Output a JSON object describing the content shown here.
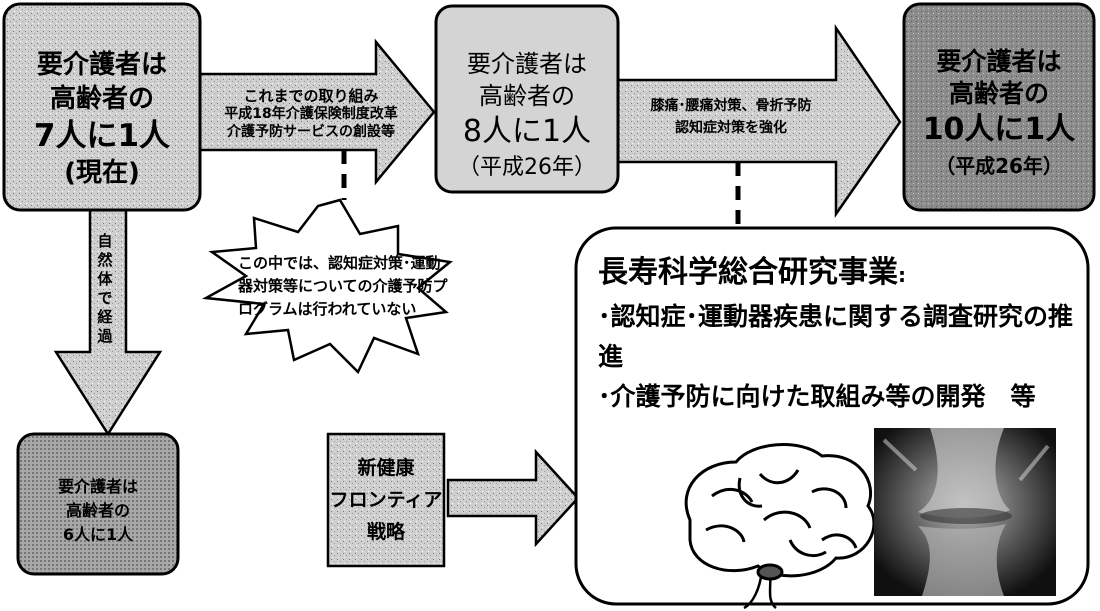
{
  "box_current": {
    "line1": "要介護者は",
    "line2": "高齢者の",
    "line3": "7人に1人",
    "line4": "(現在)"
  },
  "box_h26": {
    "line1": "要介護者は",
    "line2": "高齢者の",
    "line3": "8人に1人",
    "line4": "（平成26年）"
  },
  "box_target": {
    "line1": "要介護者は",
    "line2": "高齢者の",
    "line3": "10人に1人",
    "line4": "（平成26年）"
  },
  "box_natural": {
    "line1": "要介護者は",
    "line2": "高齢者の",
    "line3": "6人に1人"
  },
  "box_frontier": {
    "line1": "新健康",
    "line2": "フロンティア",
    "line3": "戦略"
  },
  "arrow_past_efforts": {
    "line1": "これまでの取り組み",
    "line2": "平成18年介護保険制度改革",
    "line3": "介護予防サービスの創設等"
  },
  "arrow_strengthen": {
    "line1": "膝痛･腰痛対策、骨折予防",
    "line2": "認知症対策を強化"
  },
  "arrow_natural_course": "自然体で経過",
  "starburst_note": "この中では、認知症対策･運動器対策等についての介護予防プログラムは行われていない",
  "research_project": {
    "title": "長寿科学総合研究事業",
    "colon": ":",
    "item1": "･認知症･運動器疾患に関する調査研究の推進",
    "item2": "･介護予防に向けた取組み等の開発　等"
  },
  "colors": {
    "box_dark": "#8a8a8a",
    "box_mid": "#bdbdbd",
    "box_light": "#dcdcdc",
    "arrow_fill": "#d6d6d6",
    "outline": "#000000"
  },
  "images": [
    "brain-illustration",
    "knee-xray"
  ]
}
